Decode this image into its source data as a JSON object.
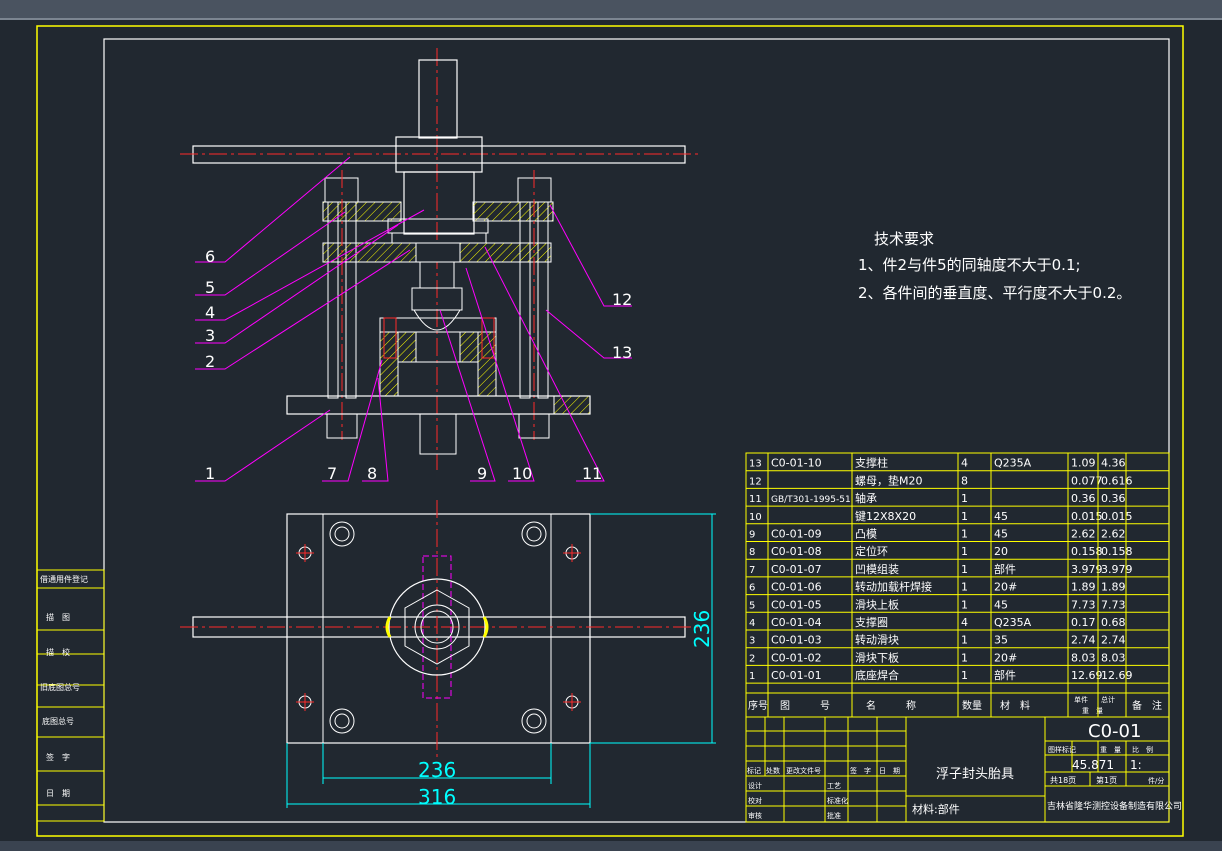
{
  "tech": {
    "title": "技术要求",
    "line1": "1、件2与件5的同轴度不大于0.1;",
    "line2": "2、各件间的垂直度、平行度不大于0.2。"
  },
  "balloons": [
    "6",
    "5",
    "4",
    "3",
    "2",
    "1",
    "7",
    "8",
    "9",
    "10",
    "11",
    "12",
    "13"
  ],
  "dims": {
    "inner": "236",
    "outer": "316",
    "vert": "236"
  },
  "bom": {
    "rows": [
      [
        "13",
        "C0-01-10",
        "支撑柱",
        "4",
        "Q235A",
        "1.09",
        "4.36"
      ],
      [
        "12",
        "",
        "螺母，垫M20",
        "8",
        "",
        "0.077",
        "0.616"
      ],
      [
        "11",
        "GB/T301-1995-51",
        "轴承",
        "1",
        "",
        "0.36",
        "0.36"
      ],
      [
        "10",
        "",
        "键12X8X20",
        "1",
        "45",
        "0.015",
        "0.015"
      ],
      [
        "9",
        "C0-01-09",
        "凸模",
        "1",
        "45",
        "2.62",
        "2.62"
      ],
      [
        "8",
        "C0-01-08",
        "定位环",
        "1",
        "20",
        "0.158",
        "0.158"
      ],
      [
        "7",
        "C0-01-07",
        "凹模组装",
        "1",
        "部件",
        "3.979",
        "3.979"
      ],
      [
        "6",
        "C0-01-06",
        "转动加载杆焊接",
        "1",
        "20#",
        "1.89",
        "1.89"
      ],
      [
        "5",
        "C0-01-05",
        "滑块上板",
        "1",
        "45",
        "7.73",
        "7.73"
      ],
      [
        "4",
        "C0-01-04",
        "支撑圈",
        "4",
        "Q235A",
        "0.17",
        "0.68"
      ],
      [
        "3",
        "C0-01-03",
        "转动滑块",
        "1",
        "35",
        "2.74",
        "2.74"
      ],
      [
        "2",
        "C0-01-02",
        "滑块下板",
        "1",
        "20#",
        "8.03",
        "8.03"
      ],
      [
        "1",
        "C0-01-01",
        "底座焊合",
        "1",
        "部件",
        "12.69",
        "12.69"
      ]
    ],
    "header": {
      "seq": "序号",
      "code": "图　　　号",
      "name": "名　　　称",
      "qty": "数量",
      "mat": "材　料",
      "unit": "单件",
      "total": "总计",
      "weight": "重　量",
      "remark": "备　注"
    }
  },
  "titleblock": {
    "drawing_no": "C0-01",
    "product": "浮子封头胎具",
    "material": "材料:部件",
    "company": "吉林省隆华测控设备制造有限公司",
    "weight": "45.871",
    "scale": "1:",
    "stage_label": "图样标记",
    "weight_label": "重　量",
    "scale_label": "比　例",
    "sheets": "共18页",
    "sheet": "第1页",
    "version": "件/分",
    "rev_labels": [
      "标记",
      "处数",
      "更改文件号",
      "签　字",
      "日　期"
    ],
    "role_labels": [
      "设计",
      "校对",
      "审核",
      "工艺",
      "标准化",
      "批准"
    ]
  },
  "side_block": [
    "借通用件登记",
    "描　图",
    "描　校",
    "旧底图总号",
    "底图总号",
    "签　字",
    "日　期"
  ],
  "colors": {
    "outline": "#ffffff",
    "yellow": "#ffff00",
    "center": "#ff2a2a",
    "leader": "#ff00ff",
    "dim": "#00ffff",
    "hatch": "#ffff00",
    "bg": "#212830"
  }
}
